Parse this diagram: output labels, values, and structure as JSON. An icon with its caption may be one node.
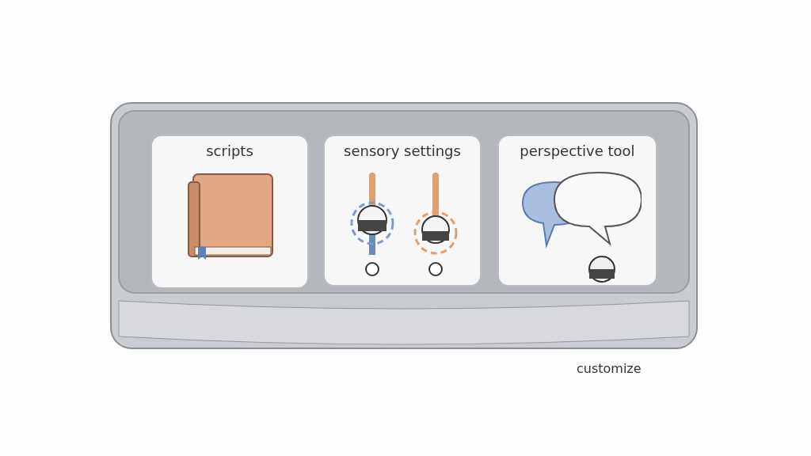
{
  "diagram": {
    "nodes": [
      {
        "text": [
          "scripts"
        ]
      },
      {
        "text": [
          "sensory settings"
        ]
      },
      {
        "text": [
          "perspective tool"
        ]
      }
    ],
    "labels": [
      "customize"
    ]
  }
}
